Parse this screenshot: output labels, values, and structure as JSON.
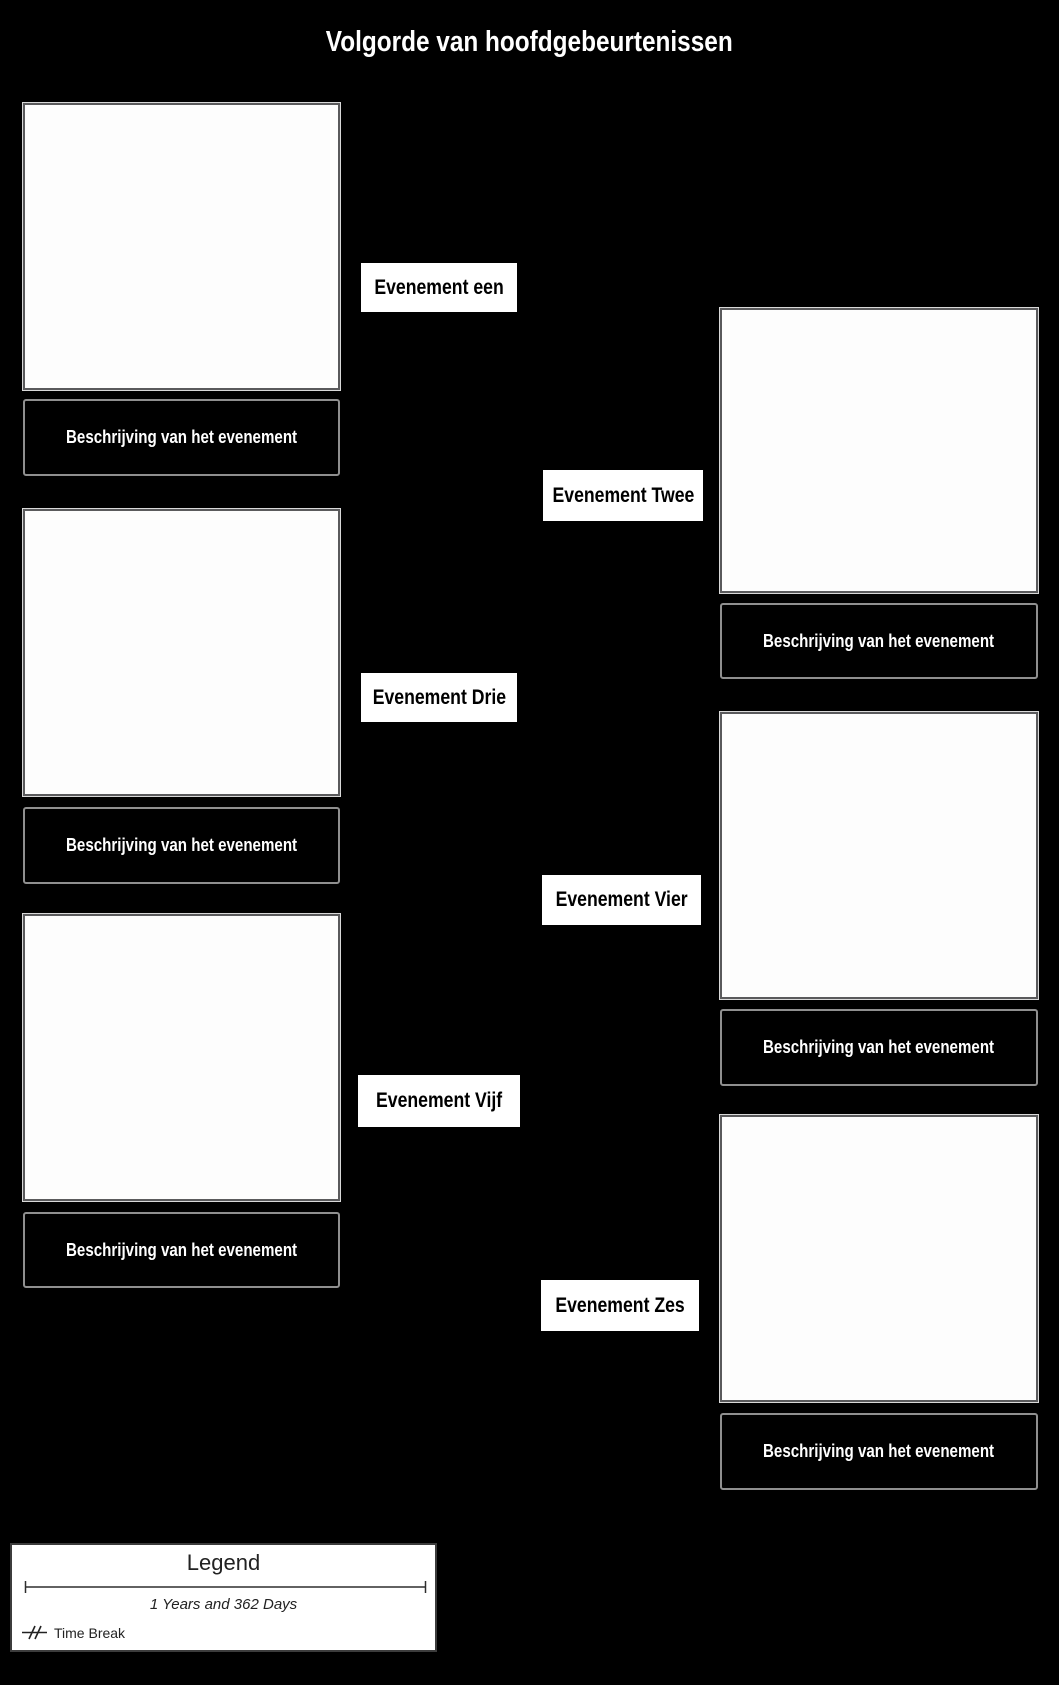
{
  "page": {
    "title": "Volgorde van hoofdgebeurtenissen"
  },
  "events": [
    {
      "label": "Evenement een",
      "description": "Beschrijving van het evenement",
      "side": "left"
    },
    {
      "label": "Evenement Twee",
      "description": "Beschrijving van het evenement",
      "side": "right"
    },
    {
      "label": "Evenement Drie",
      "description": "Beschrijving van het evenement",
      "side": "left"
    },
    {
      "label": "Evenement Vier",
      "description": "Beschrijving van het evenement",
      "side": "right"
    },
    {
      "label": "Evenement Vijf",
      "description": "Beschrijving van het evenement",
      "side": "left"
    },
    {
      "label": "Evenement Zes",
      "description": "Beschrijving van het evenement",
      "side": "right"
    }
  ],
  "legend": {
    "title": "Legend",
    "duration_label": "1 Years and 362 Days",
    "time_break_label": "Time Break",
    "time_break_icon": "time-break-icon"
  },
  "colors": {
    "background": "#000000",
    "cell_fill": "#fdfdfd",
    "cell_border": "#5a5a5c",
    "description_border": "#8f8f8f",
    "label_fill": "#ffffff",
    "text_light": "#ffffff",
    "text_dark": "#222222"
  }
}
